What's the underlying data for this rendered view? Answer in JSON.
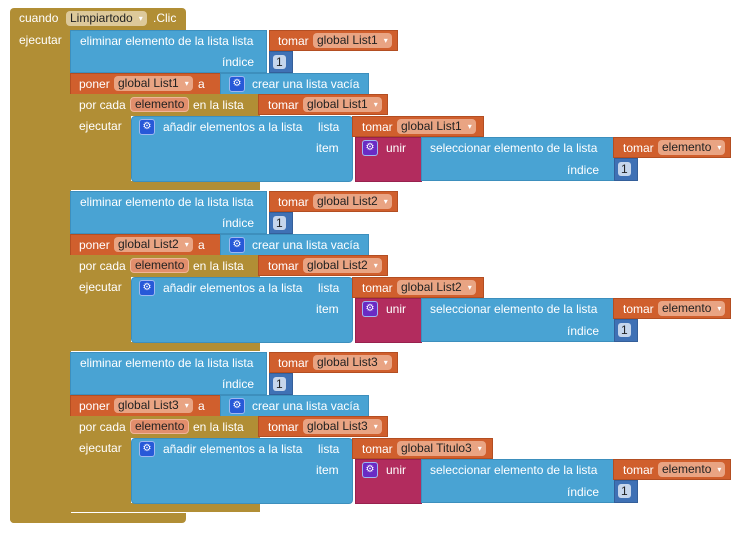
{
  "event": {
    "when_label": "cuando",
    "component": "Limpiartodo",
    "event_name": ".Clic",
    "do_label": "ejecutar"
  },
  "labels": {
    "remove_item": "eliminar elemento de la lista lista",
    "index": "índice",
    "get": "tomar",
    "set": "poner",
    "to": "a",
    "create_empty_list": "crear una lista vacía",
    "for_each": "por cada",
    "in_list": "en la lista",
    "do": "ejecutar",
    "add_items": "añadir elementos a la lista",
    "list": "lista",
    "item": "item",
    "join": "unir",
    "select_item": "seleccionar elemento de la lista"
  },
  "groups": [
    {
      "remove_list": "global List1",
      "remove_index": "1",
      "set_var": "global List1",
      "loop_var": "elemento",
      "loop_list": "global List1",
      "add_list": "global List1",
      "select_var": "elemento",
      "select_index": "1"
    },
    {
      "remove_list": "global List2",
      "remove_index": "1",
      "set_var": "global List2",
      "loop_var": "elemento",
      "loop_list": "global List2",
      "add_list": "global List2",
      "select_var": "elemento",
      "select_index": "1"
    },
    {
      "remove_list": "global List3",
      "remove_index": "1",
      "set_var": "global List3",
      "loop_var": "elemento",
      "loop_list": "global List3",
      "add_list": "global Titulo3",
      "select_var": "elemento",
      "select_index": "1"
    }
  ]
}
